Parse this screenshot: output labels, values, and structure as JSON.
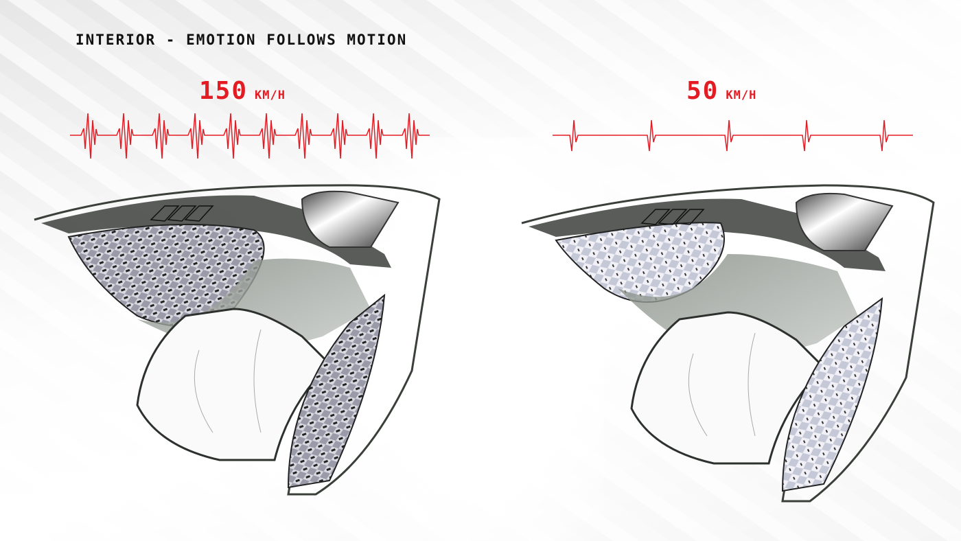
{
  "slide": {
    "title": "INTERIOR - EMOTION FOLLOWS MOTION",
    "accent_color": "#e31b23",
    "text_color": "#111111"
  },
  "panels": [
    {
      "speed_value": "150",
      "speed_unit": "KM/H",
      "heartbeat_pulses": 10,
      "heartbeat_description": "rapid heartbeat waveform",
      "illustration": "interior sketch - high speed, closed dark mesh panels"
    },
    {
      "speed_value": "50",
      "speed_unit": "KM/H",
      "heartbeat_pulses": 5,
      "heartbeat_description": "calm heartbeat waveform",
      "illustration": "interior sketch - low speed, open light mesh panels"
    }
  ]
}
